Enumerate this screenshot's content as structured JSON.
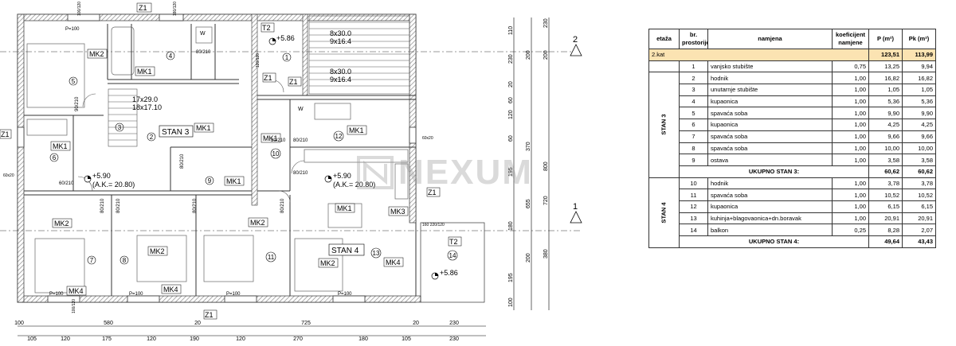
{
  "watermark": "NEXUM",
  "plan": {
    "rooms": [
      {
        "id": "r1",
        "num": "1"
      },
      {
        "id": "r2",
        "num": "2"
      },
      {
        "id": "r3",
        "num": "3"
      },
      {
        "id": "r4",
        "num": "4"
      },
      {
        "id": "r5",
        "num": "5"
      },
      {
        "id": "r6",
        "num": "6"
      },
      {
        "id": "r7",
        "num": "7"
      },
      {
        "id": "r8",
        "num": "8"
      },
      {
        "id": "r9",
        "num": "9"
      },
      {
        "id": "r10",
        "num": "10"
      },
      {
        "id": "r11",
        "num": "11"
      },
      {
        "id": "r12",
        "num": "12"
      },
      {
        "id": "r13",
        "num": "13"
      },
      {
        "id": "r14",
        "num": "14"
      }
    ],
    "stan_labels": [
      "STAN 3",
      "STAN 4"
    ],
    "tags": {
      "z1": "Z1",
      "t2": "T2",
      "mk1": "MK1",
      "mk2": "MK2",
      "mk3": "MK3",
      "mk4": "MK4",
      "p100": "P=100",
      "w": "W"
    },
    "levels": [
      "+5.86",
      "+5.90",
      "+5.90",
      "+5.86"
    ],
    "ak": [
      "(A.K.= 20.80)",
      "(A.K.= 20.80)"
    ],
    "stairs": [
      "8x30.0",
      "9x16.4",
      "8x30.0",
      "9x16.4",
      "17x29.0",
      "18x17.10"
    ],
    "door_sizes": [
      "80/210",
      "60/210",
      "80/210",
      "80/210",
      "80/210",
      "90/210",
      "80/210",
      "80/210",
      "80/210",
      "80/210",
      "80/210"
    ],
    "window_sizes": [
      "100/120",
      "180/120",
      "120/120",
      "60x20",
      "100/120",
      "160 220/120",
      "60x20"
    ],
    "section_marks": [
      "2",
      "1"
    ],
    "dims_bottom_1": [
      "100",
      "580",
      "20",
      "725",
      "20",
      "230"
    ],
    "dims_bottom_2": [
      "105",
      "120",
      "175",
      "120",
      "190",
      "120",
      "270",
      "180",
      "105",
      "230"
    ],
    "dims_right_1": [
      "110",
      "230",
      "20",
      "60",
      "120",
      "60",
      "195",
      "180",
      "195",
      "100"
    ],
    "dims_right_2": [
      "200",
      "370",
      "200",
      "655"
    ],
    "dims_right_3": [
      "230",
      "200",
      "720",
      "380",
      "800"
    ]
  },
  "table": {
    "headers": [
      "etaža",
      "br. prostorije",
      "namjena",
      "koeficijent namjene",
      "P (m²)",
      "Pk (m²)"
    ],
    "floor": {
      "label": "2.kat",
      "p": "123,51",
      "pk": "113,99"
    },
    "groups": [
      {
        "stan": "",
        "rows": [
          {
            "no": "1",
            "name": "vanjsko stubište",
            "k": "0,75",
            "p": "13,25",
            "pk": "9,94"
          }
        ]
      },
      {
        "stan": "STAN 3",
        "rows": [
          {
            "no": "2",
            "name": "hodnik",
            "k": "1,00",
            "p": "16,82",
            "pk": "16,82"
          },
          {
            "no": "3",
            "name": "unutarnje stubište",
            "k": "1,00",
            "p": "1,05",
            "pk": "1,05"
          },
          {
            "no": "4",
            "name": "kupaonica",
            "k": "1,00",
            "p": "5,36",
            "pk": "5,36"
          },
          {
            "no": "5",
            "name": "spavaća soba",
            "k": "1,00",
            "p": "9,90",
            "pk": "9,90"
          },
          {
            "no": "6",
            "name": "kupaonica",
            "k": "1,00",
            "p": "4,25",
            "pk": "4,25"
          },
          {
            "no": "7",
            "name": "spavaća soba",
            "k": "1,00",
            "p": "9,66",
            "pk": "9,66"
          },
          {
            "no": "8",
            "name": "spavaća soba",
            "k": "1,00",
            "p": "10,00",
            "pk": "10,00"
          },
          {
            "no": "9",
            "name": "ostava",
            "k": "1,00",
            "p": "3,58",
            "pk": "3,58"
          }
        ],
        "total": {
          "label": "UKUPNO STAN 3:",
          "p": "60,62",
          "pk": "60,62"
        }
      },
      {
        "stan": "STAN 4",
        "rows": [
          {
            "no": "10",
            "name": "hodnik",
            "k": "1,00",
            "p": "3,78",
            "pk": "3,78"
          },
          {
            "no": "11",
            "name": "spavaća soba",
            "k": "1,00",
            "p": "10,52",
            "pk": "10,52"
          },
          {
            "no": "12",
            "name": "kupaonica",
            "k": "1,00",
            "p": "6,15",
            "pk": "6,15"
          },
          {
            "no": "13",
            "name": "kuhinja+blagovaonica+dn.boravak",
            "k": "1,00",
            "p": "20,91",
            "pk": "20,91"
          },
          {
            "no": "14",
            "name": "balkon",
            "k": "0,25",
            "p": "8,28",
            "pk": "2,07"
          }
        ],
        "total": {
          "label": "UKUPNO STAN 4:",
          "p": "49,64",
          "pk": "43,43"
        }
      }
    ]
  }
}
